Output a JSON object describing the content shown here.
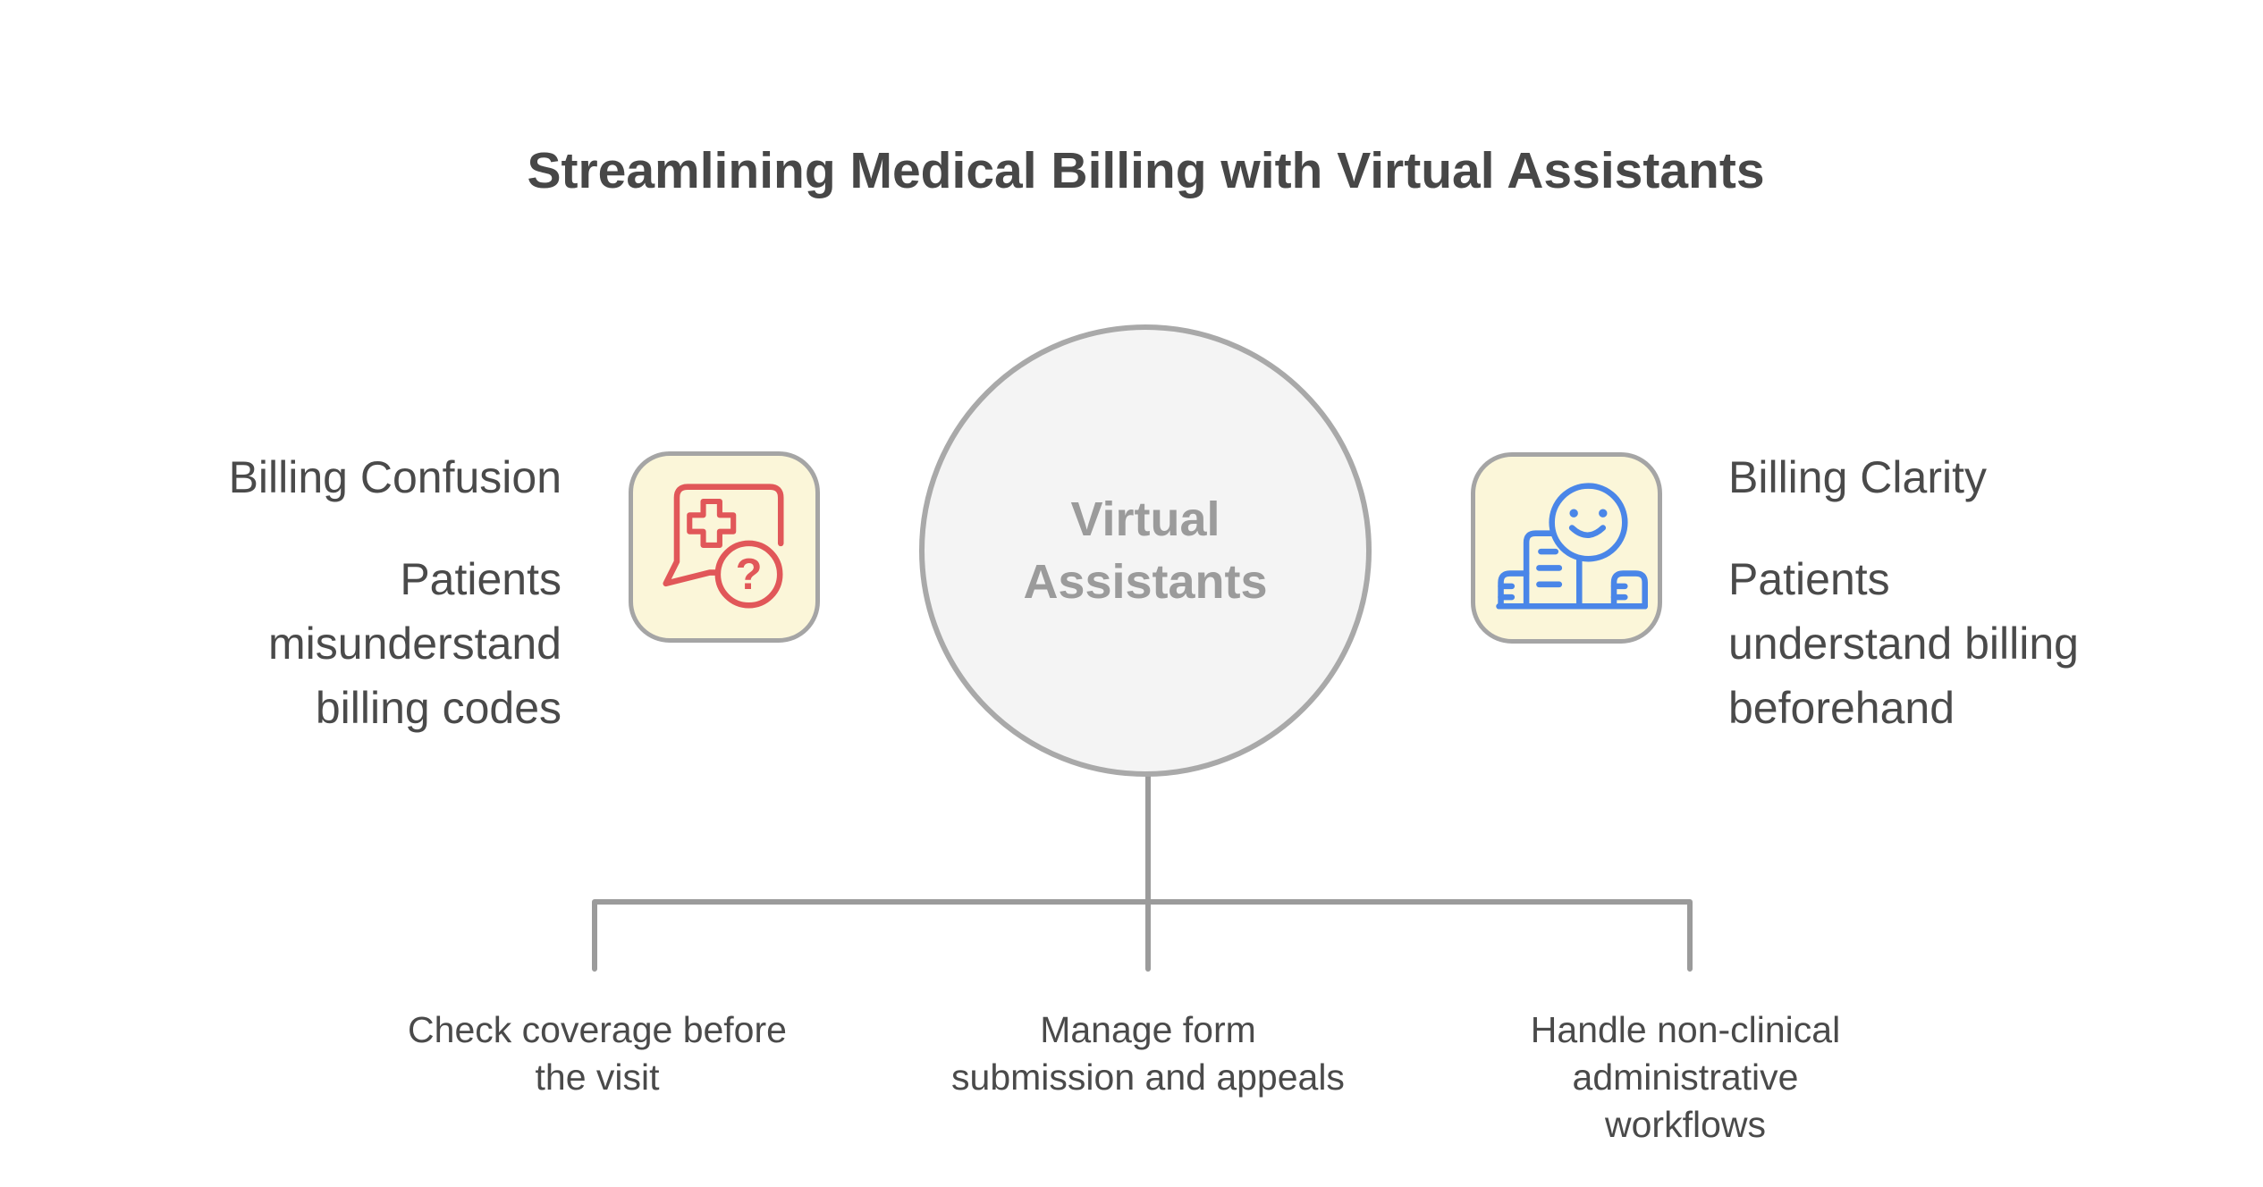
{
  "title": "Streamlining Medical Billing with Virtual Assistants",
  "central_node": {
    "label_lines": [
      "Virtual",
      "Assistants"
    ]
  },
  "left_item": {
    "heading": "Billing Confusion",
    "body_lines": [
      "Patients",
      "misunderstand",
      "billing codes"
    ],
    "icon": "medical-chat-question-icon",
    "question_glyph": "?"
  },
  "right_item": {
    "heading": "Billing Clarity",
    "body_lines": [
      "Patients",
      "understand billing",
      "beforehand"
    ],
    "icon": "billing-receipt-smiley-icon"
  },
  "tasks": [
    {
      "lines": [
        "Check coverage before",
        "the visit"
      ]
    },
    {
      "lines": [
        "Manage form",
        "submission and appeals"
      ]
    },
    {
      "lines": [
        "Handle non-clinical",
        "administrative",
        "workflows"
      ]
    }
  ],
  "colors": {
    "title_text": "#474747",
    "body_text": "#4a4a4a",
    "node_text": "#9b9b9b",
    "node_fill": "#f4f4f4",
    "node_stroke": "#a9a9a9",
    "connector": "#9b9b9b",
    "icon_box_fill": "#fbf6d9",
    "icon_box_stroke": "#a5a5a5",
    "accent_red": "#e15759",
    "accent_blue": "#4a86e8"
  }
}
